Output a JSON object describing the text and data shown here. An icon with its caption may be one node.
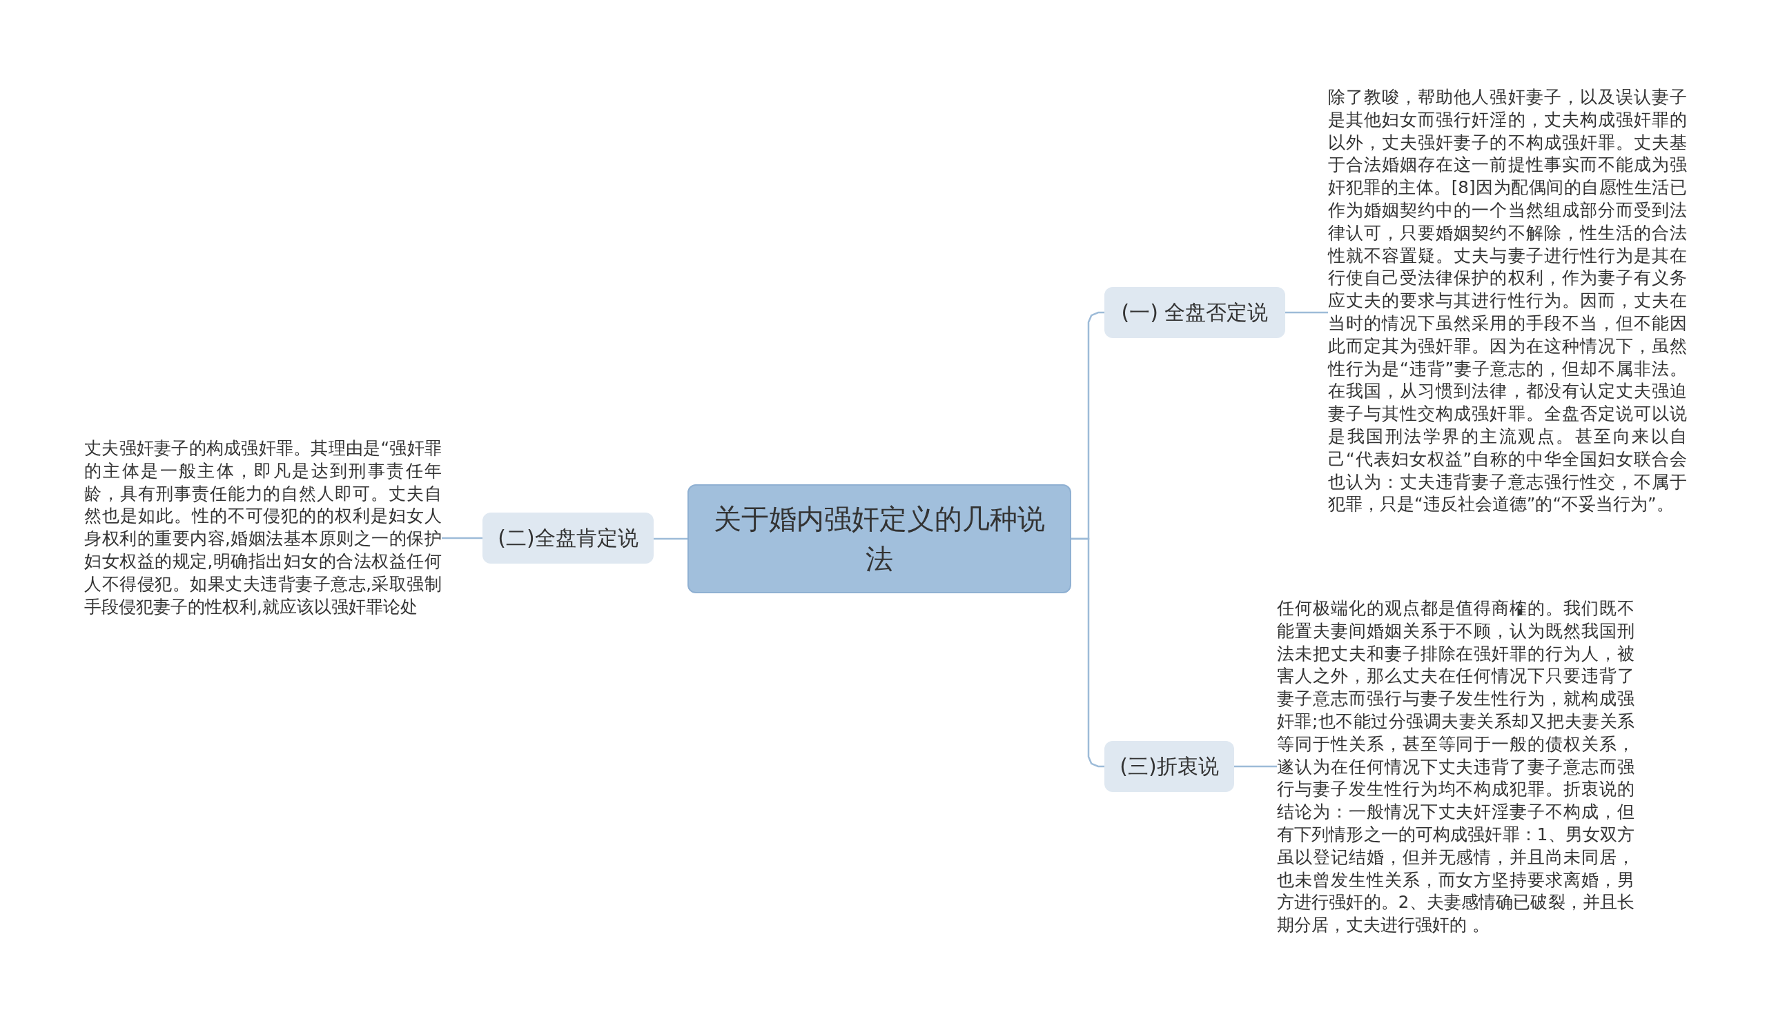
{
  "diagram": {
    "nodes": [
      {
        "text": [
          "关于婚内强奸定义的几种说法"
        ]
      },
      {
        "text": [
          "(一) 全盘否定说"
        ]
      },
      {
        "text": [
          "除了教唆，帮助他人强奸妻子，以及误认妻子是其他妇女而强行奸淫的，丈夫构成强奸罪的以外，丈夫强奸妻子的不构成强奸罪。丈夫基于合法婚姻存在这一前提性事实而不能成为强奸犯罪的主体。[8]因为配偶间的自愿性生活已作为婚姻契约中的一个当然组成部分而受到法律认可，只要婚姻契约不解除，性生活的合法性就不容置疑。丈夫与妻子进行性行为是其在行使自己受法律保护的权利，作为妻子有义务应丈夫的要求与其进行性行为。因而，丈夫在当时的情况下虽然采用的手段不当，但不能因此而定其为强奸罪。因为在这种情况下，虽然性行为是“违背”妻子意志的，但却不属非法。在我国，从习惯到法律，都没有认定丈夫强迫妻子与其性交构成强奸罪。全盘否定说可以说是我国刑法学界的主流观点。甚至向来以自己“代表妇女权益”自称的中华全国妇女联合会也认为：丈夫违背妻子意志强行性交，不属于犯罪，只是“违反社会道德”的“不妥当行为”。"
        ]
      },
      {
        "text": [
          "(二)全盘肯定说"
        ]
      },
      {
        "text": [
          "丈夫强奸妻子的构成强奸罪。其理由是“强奸罪的主体是一般主体，即凡是达到刑事责任年龄，具有刑事责任能力的自然人即可。丈夫自然也是如此。性的不可侵犯的的权利是妇女人身权利的重要内容,婚姻法基本原则之一的保护妇女权益的规定,明确指出妇女的合法权益任何人不得侵犯。如果丈夫违背妻子意志,采取强制手段侵犯妻子的性权利,就应该以强奸罪论处"
        ]
      },
      {
        "text": [
          "(三)折衷说"
        ]
      },
      {
        "text": [
          "任何极端化的观点都是值得商榷的。我们既不能置夫妻间婚姻关系于不顾，认为既然我国刑法未把丈夫和妻子排除在强奸罪的行为人，被害人之外，那么丈夫在任何情况下只要违背了妻子意志而强行与妻子发生性行为，就构成强奸罪;也不能过分强调夫妻关系却又把夫妻关系等同于性关系，甚至等同于一般的债权关系，遂认为在任何情况下丈夫违背了妻子意志而强行与妻子发生性行为均不构成犯罪。折衷说的结论为：一般情况下丈夫奸淫妻子不构成，但有下列情形之一的可构成强奸罪：1、男女双方虽以登记结婚，但并无感情，并且尚未同居，也未曾发生性关系，而女方坚持要求离婚，男方进行强奸的。2、夫妻感情确已破裂，并且长期分居，丈夫进行强奸的 。"
        ]
      }
    ],
    "edges": [
      {
        "from": 0,
        "to": 1,
        "arrow": "none"
      },
      {
        "from": 1,
        "to": 2,
        "arrow": "none"
      },
      {
        "from": 0,
        "to": 3,
        "arrow": "none"
      },
      {
        "from": 3,
        "to": 4,
        "arrow": "none"
      },
      {
        "from": 0,
        "to": 5,
        "arrow": "none"
      },
      {
        "from": 5,
        "to": 6,
        "arrow": "none"
      }
    ]
  }
}
